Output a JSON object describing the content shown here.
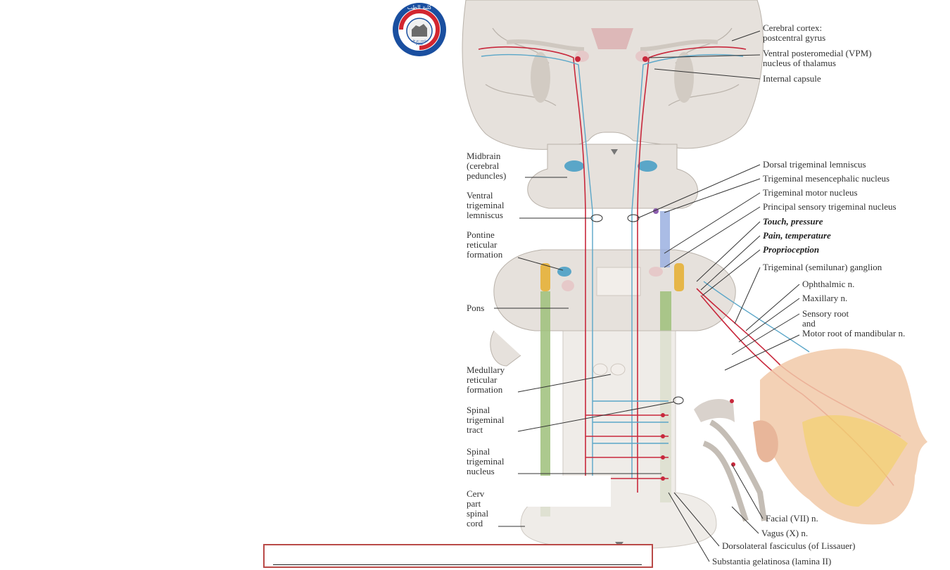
{
  "logo": {
    "arabic_text": "كلية الطب",
    "arc_text": "College of Medicine University of Thi-Qar",
    "inner_text": "جامعة ذي قار",
    "year": "2002"
  },
  "labels": {
    "cortex": [
      "Cerebral cortex:",
      "postcentral gyrus"
    ],
    "vpm": [
      "Ventral posteromedial (VPM)",
      "nucleus of thalamus"
    ],
    "internal_capsule": "Internal capsule",
    "midbrain": [
      "Midbrain",
      "(cerebral",
      "peduncles)"
    ],
    "ventral_lemniscus": [
      "Ventral",
      "trigeminal",
      "lemniscus"
    ],
    "pontine_rf": [
      "Pontine",
      "reticular",
      "formation"
    ],
    "pons": "Pons",
    "medullary_rf": [
      "Medullary",
      "reticular",
      "formation"
    ],
    "spinal_tract": [
      "Spinal",
      "trigeminal",
      "tract"
    ],
    "spinal_nucleus": [
      "Spinal",
      "trigeminal",
      "nucleus"
    ],
    "cervical": [
      "Cerv",
      "part",
      "spinal",
      "cord"
    ],
    "dorsal_lemniscus": "Dorsal trigeminal lemniscus",
    "mesencephalic": "Trigeminal mesencephalic nucleus",
    "motor_nucleus": "Trigeminal motor nucleus",
    "principal_sensory": "Principal sensory trigeminal nucleus",
    "touch": "Touch, pressure",
    "pain": "Pain, temperature",
    "proprioception": "Proprioception",
    "ganglion": "Trigeminal (semilunar) ganglion",
    "ophthalmic": "Ophthalmic n.",
    "maxillary": "Maxillary n.",
    "sensory_root": [
      "Sensory root",
      "and",
      "Motor root of mandibular n."
    ],
    "facial": "Facial (VII) n.",
    "vagus": "Vagus (X) n.",
    "lissauer": "Dorsolateral fasciculus (of Lissauer)",
    "gelatinosa": "Substantia gelatinosa (lamina II)"
  },
  "colors": {
    "sensory_tract": "#c8283c",
    "proprioceptive_tract": "#5aa6c8",
    "brain_tissue": "#e6e1dc",
    "spinal_tract": "#9dbf7a",
    "caption_border": "#b94a48"
  }
}
